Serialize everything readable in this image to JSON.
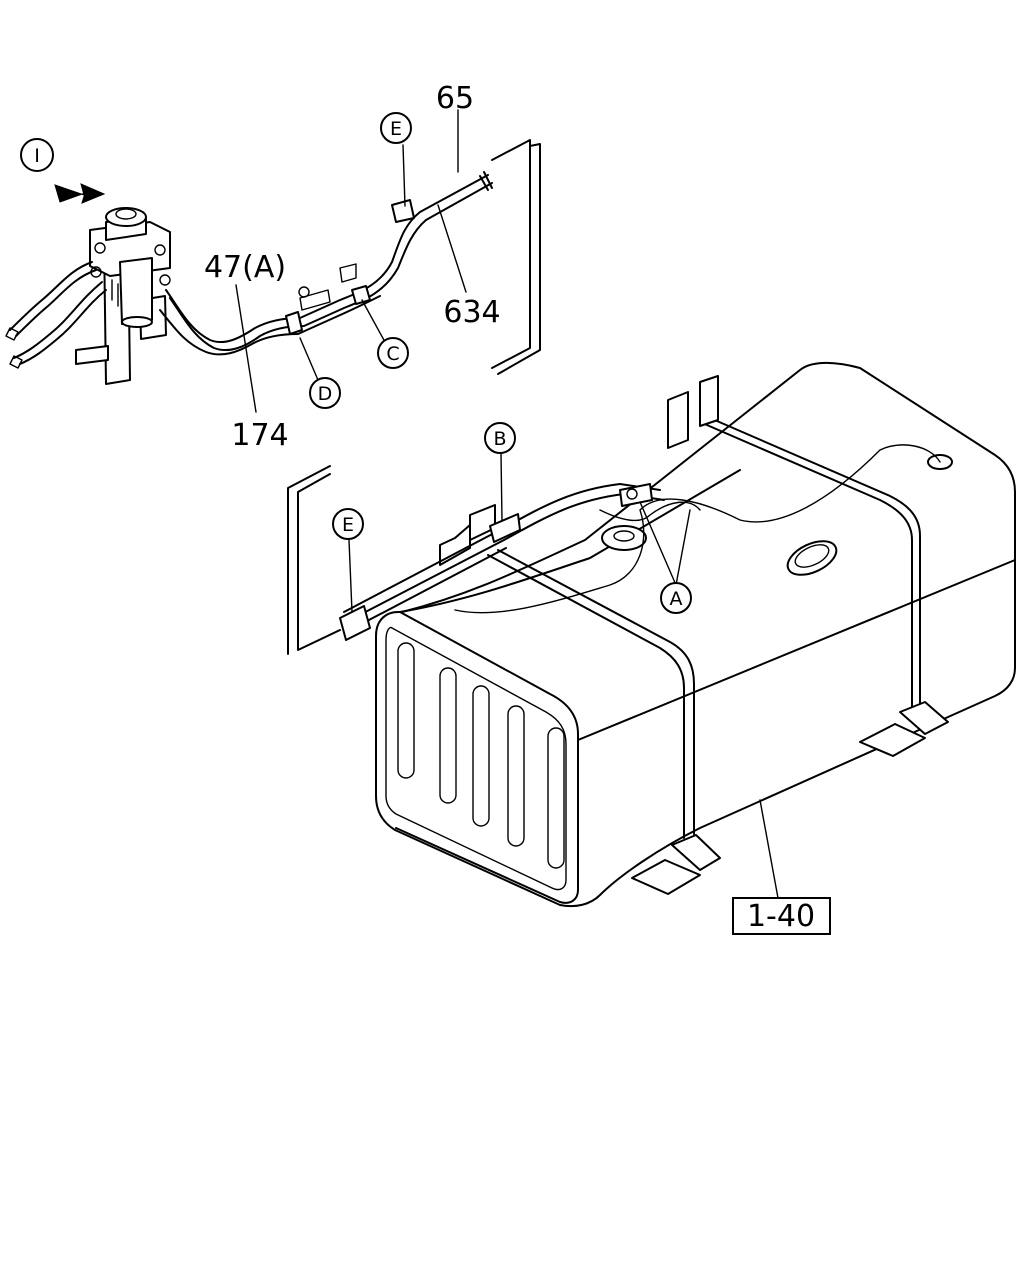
{
  "labels": {
    "view_marker": "I",
    "part_65": "65",
    "part_634": "634",
    "part_47": "47(A)",
    "part_174": "174",
    "ref_1_40": "1-40"
  },
  "callouts": {
    "e_top": "E",
    "e_left": "E",
    "c": "C",
    "d": "D",
    "b": "B",
    "a": "A"
  }
}
